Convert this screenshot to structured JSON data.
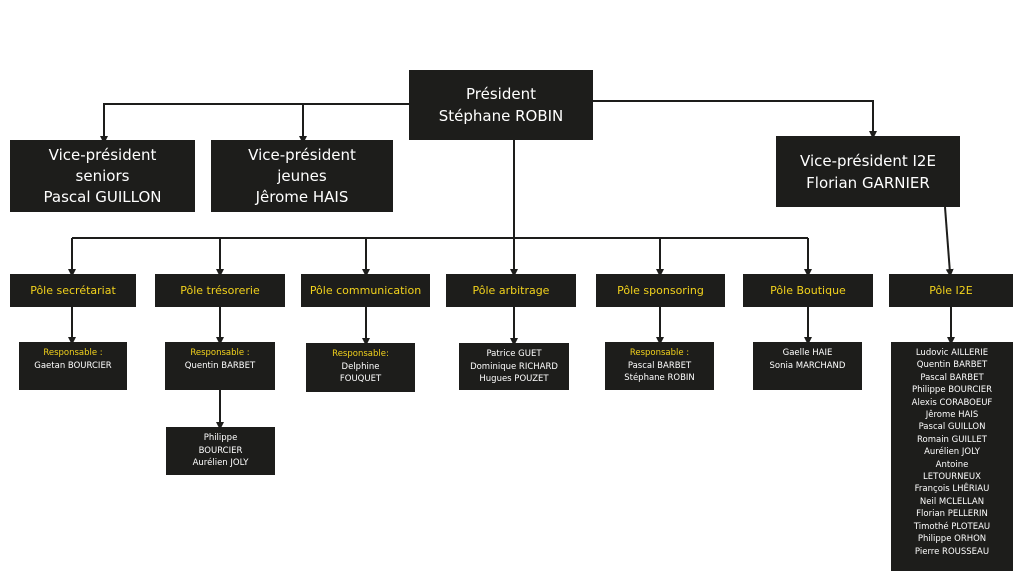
{
  "president": {
    "title": "Président",
    "name": "Stéphane ROBIN"
  },
  "vp_seniors": {
    "line1": "Vice-président",
    "line2": "seniors",
    "line3": "Pascal GUILLON"
  },
  "vp_jeunes": {
    "line1": "Vice-président",
    "line2": "jeunes",
    "line3": "Jêrome HAIS"
  },
  "vp_i2e": {
    "line1": "Vice-président  I2E",
    "line2": "Florian GARNIER"
  },
  "poles": {
    "secretariat": "Pôle secrétariat",
    "tresorerie": "Pôle trésorerie",
    "communication": "Pôle communication",
    "arbitrage": "Pôle arbitrage",
    "sponsoring": "Pôle sponsoring",
    "boutique": "Pôle  Boutique",
    "i2e": "Pôle  I2E"
  },
  "members": {
    "secretariat": {
      "label": "Responsable :",
      "names": [
        "Gaetan BOURCIER"
      ]
    },
    "tresorerie": {
      "label": "Responsable :",
      "names": [
        "Quentin BARBET"
      ]
    },
    "tresorerie_extra": {
      "names": [
        "Philippe",
        "BOURCIER",
        "Aurélien JOLY"
      ]
    },
    "communication": {
      "label": "Responsable:",
      "names": [
        "Delphine",
        "FOUQUET"
      ]
    },
    "arbitrage": {
      "names": [
        "Patrice GUET",
        "Dominique RICHARD",
        "Hugues POUZET"
      ]
    },
    "sponsoring": {
      "label": "Responsable :",
      "names": [
        "Pascal BARBET",
        "Stéphane ROBIN"
      ]
    },
    "boutique": {
      "names": [
        "Gaelle HAIE",
        "Sonia MARCHAND"
      ]
    },
    "i2e": {
      "names": [
        "Ludovic AILLERIE",
        "Quentin BARBET",
        "Pascal BARBET",
        "Philippe BOURCIER",
        "Alexis CORABOEUF",
        "Jêrome HAIS",
        "Pascal GUILLON",
        "Romain GUILLET",
        "Aurélien JOLY",
        "Antoine",
        "LETOURNEUX",
        "François LHÊRIAU",
        "Neil MCLELLAN",
        "Florian PELLERIN",
        "Timothé PLOTEAU",
        "Philippe ORHON",
        "Pierre ROUSSEAU"
      ]
    }
  }
}
